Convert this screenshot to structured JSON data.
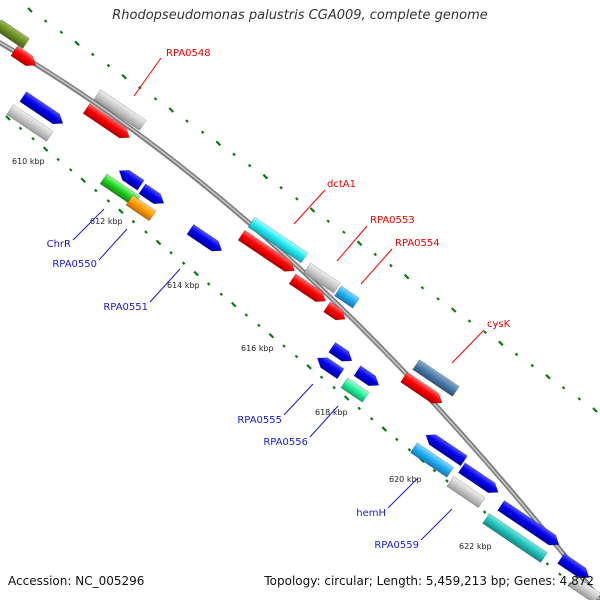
{
  "title": "Rhodopseudomonas palustris CGA009, complete genome",
  "footer": {
    "accession": "Accession: NC_005296",
    "summary": "Topology: circular; Length: 5,459,213 bp; Genes: 4,872"
  },
  "colors": {
    "forward_cds": "#ff0000",
    "reverse_cds": "#0000ee",
    "other_gene": "#c8c8c8",
    "backbone": "#808080",
    "gc_ticks": "#008000"
  },
  "kbp_markers": [
    {
      "text": "610 kbp"
    },
    {
      "text": "612 kbp"
    },
    {
      "text": "614 kbp"
    },
    {
      "text": "616 kbp"
    },
    {
      "text": "618 kbp"
    },
    {
      "text": "620 kbp"
    },
    {
      "text": "622 kbp"
    }
  ],
  "gene_labels": [
    {
      "text": "RPA0548",
      "strand": "forward"
    },
    {
      "text": "dctA1",
      "strand": "forward"
    },
    {
      "text": "RPA0553",
      "strand": "forward"
    },
    {
      "text": "RPA0554",
      "strand": "forward"
    },
    {
      "text": "cysK",
      "strand": "forward"
    },
    {
      "text": "ChrR",
      "strand": "reverse"
    },
    {
      "text": "RPA0550",
      "strand": "reverse"
    },
    {
      "text": "RPA0551",
      "strand": "reverse"
    },
    {
      "text": "RPA0555",
      "strand": "reverse"
    },
    {
      "text": "RPA0556",
      "strand": "reverse"
    },
    {
      "text": "hemH",
      "strand": "reverse"
    },
    {
      "text": "RPA0559",
      "strand": "reverse"
    }
  ]
}
